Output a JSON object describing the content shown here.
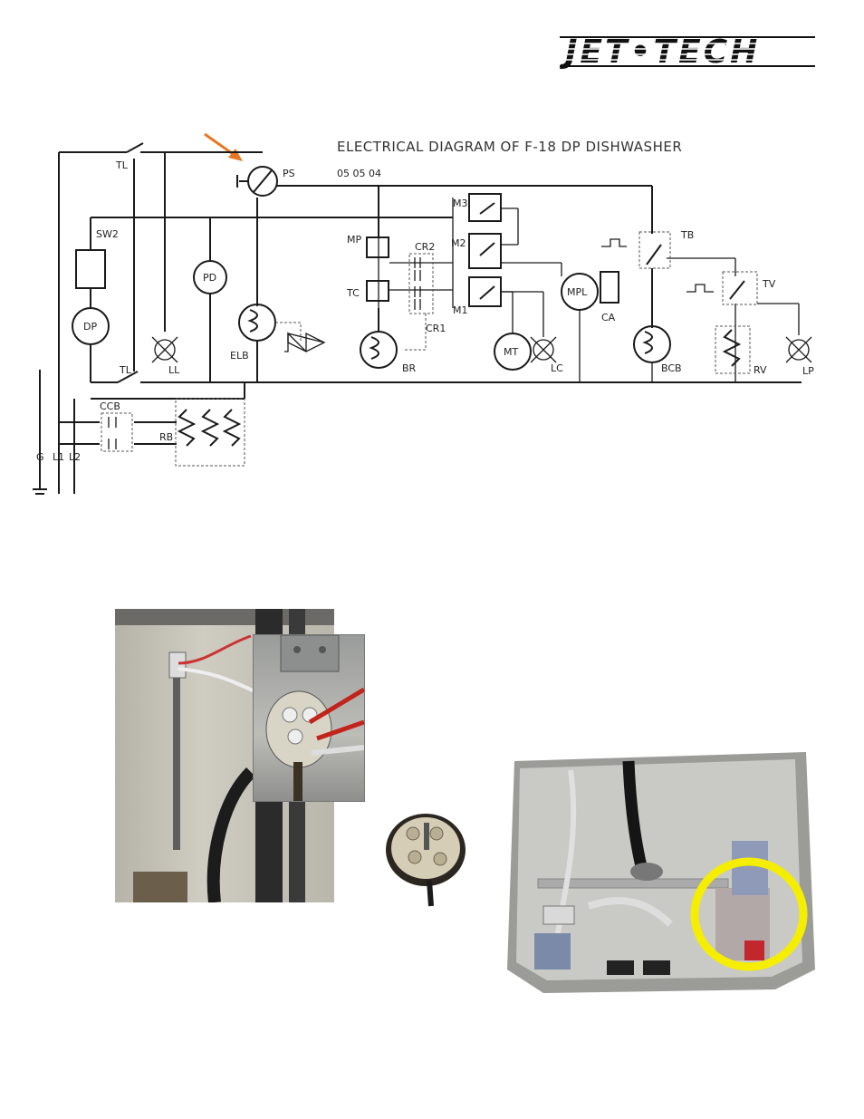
{
  "header": {
    "logo_text": "JET-TECH"
  },
  "diagram": {
    "title": "ELECTRICAL DIAGRAM OF F-18 DP DISHWASHER",
    "date_code": "05 05 04",
    "labels": {
      "tl_top": "TL",
      "tl_bottom": "TL",
      "ps": "PS",
      "sw2": "SW2",
      "pd": "PD",
      "dp": "DP",
      "ll": "LL",
      "elb": "ELB",
      "mp": "MP",
      "tc": "TC",
      "cr2": "CR2",
      "cr1": "CR1",
      "m1": "M1",
      "m2": "M2",
      "m3": "M3",
      "br": "BR",
      "mt": "MT",
      "lc": "LC",
      "mpl": "MPL",
      "ca": "CA",
      "tb": "TB",
      "tv": "TV",
      "bcb": "BCB",
      "rv": "RV",
      "lp": "LP",
      "ccb": "CCB",
      "rb": "RB",
      "g": "G",
      "l1": "L1",
      "l2": "L2"
    },
    "arrow_color": "#e87722"
  },
  "photos": {
    "highlight_color": "#f5ee00"
  }
}
